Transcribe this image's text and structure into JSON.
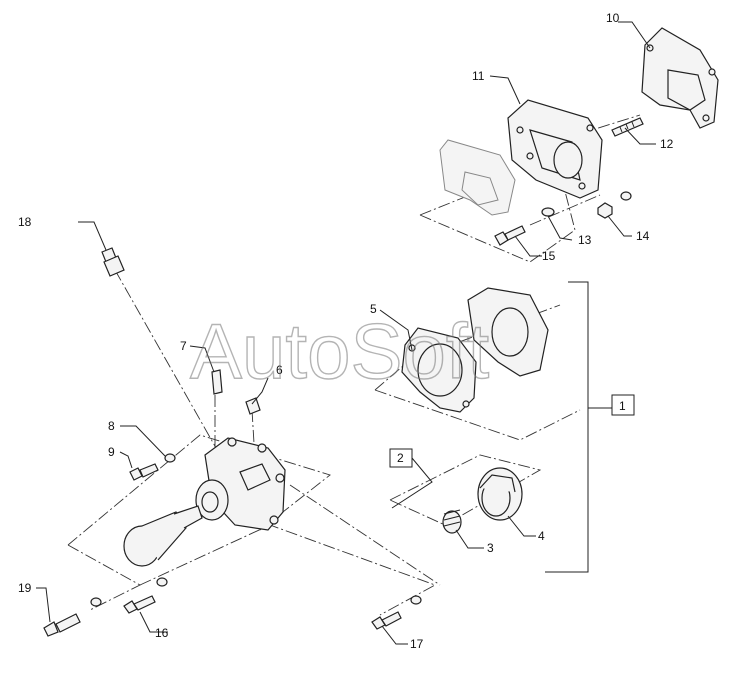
{
  "watermark": "AutoSoft",
  "callouts": {
    "c1": "1",
    "c2": "2",
    "c3": "3",
    "c4": "4",
    "c5": "5",
    "c6": "6",
    "c7": "7",
    "c8": "8",
    "c9": "9",
    "c10": "10",
    "c11": "11",
    "c12": "12",
    "c13": "13",
    "c14": "14",
    "c15": "15",
    "c16": "16",
    "c17": "17",
    "c18": "18",
    "c19": "19"
  }
}
